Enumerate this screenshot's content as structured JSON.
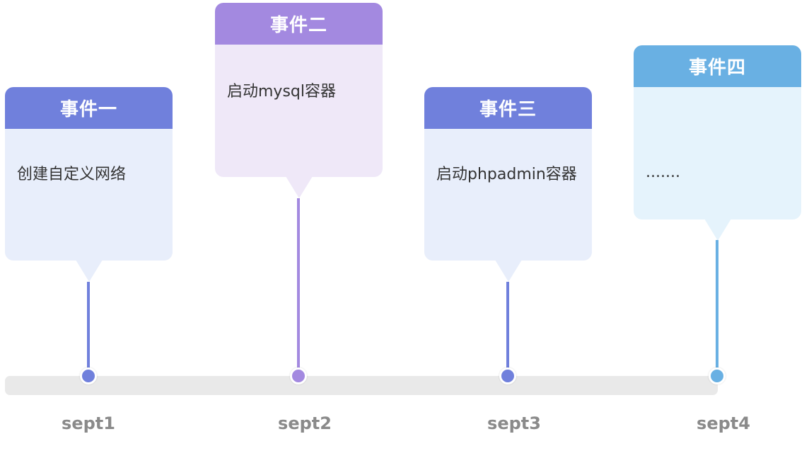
{
  "colors": {
    "blue_header": "#7080dc",
    "blue_body": "#e8eefb",
    "purple_header": "#a389e0",
    "purple_body": "#efe8f8",
    "lightblue_header": "#69b0e3",
    "lightblue_body": "#e5f3fc",
    "track": "#e9e9e9",
    "date_label": "#8a8a8a"
  },
  "events": [
    {
      "title": "事件一",
      "text": "创建自定义网络",
      "date": "sept1",
      "theme": "blue"
    },
    {
      "title": "事件二",
      "text": "启动mysql容器",
      "date": "sept2",
      "theme": "purple"
    },
    {
      "title": "事件三",
      "text": "启动phpadmin容器",
      "date": "sept3",
      "theme": "blue"
    },
    {
      "title": "事件四",
      "text": ".......",
      "date": "sept4",
      "theme": "lightblue"
    }
  ]
}
